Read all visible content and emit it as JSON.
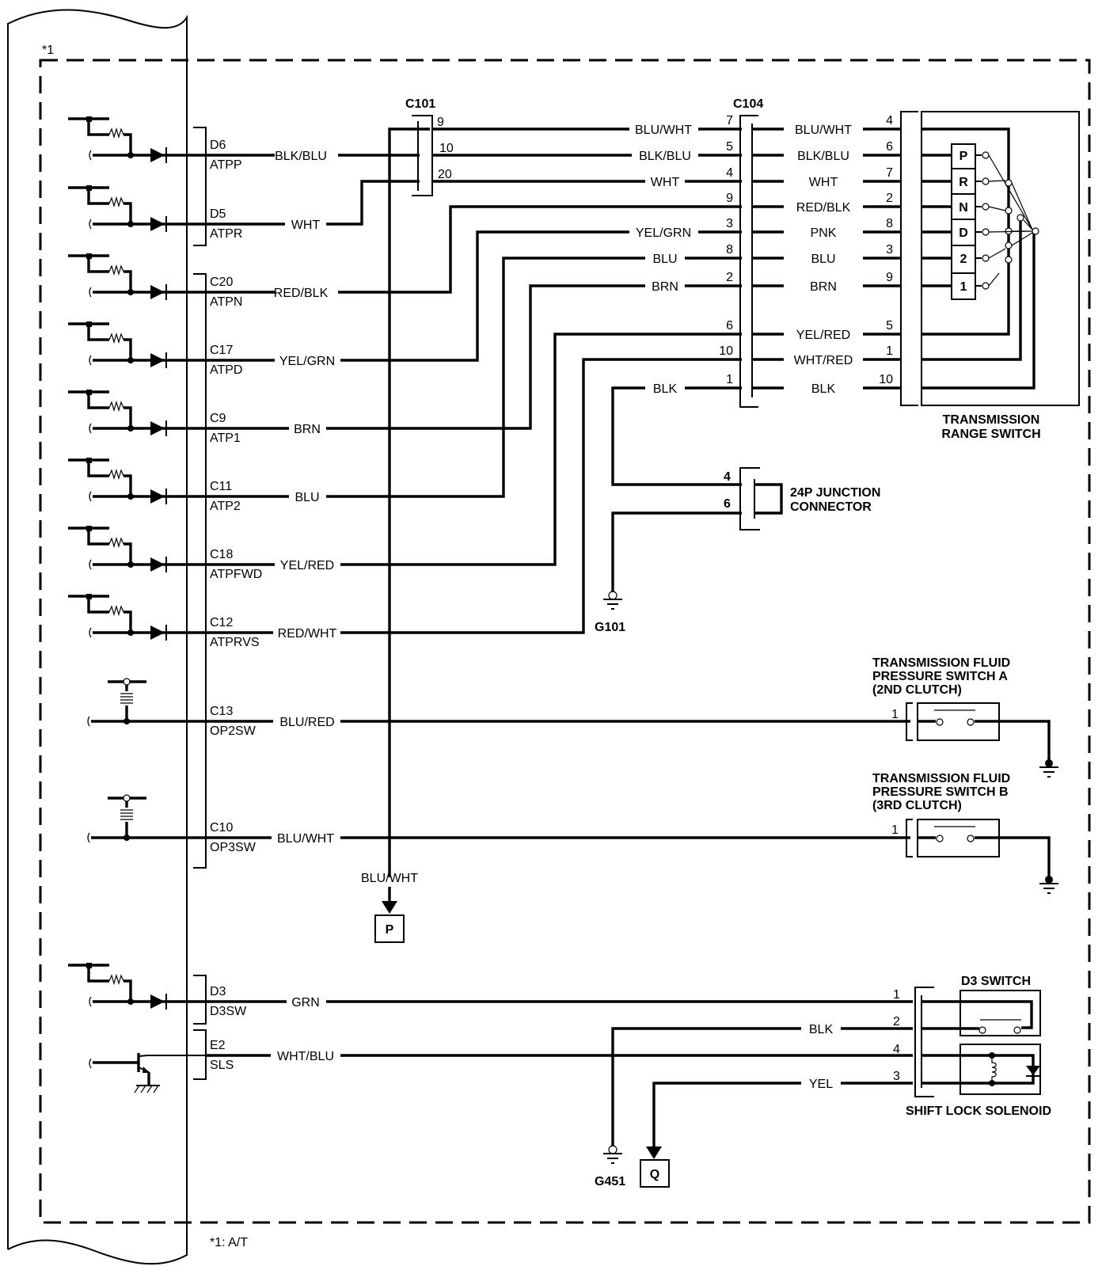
{
  "diagram": {
    "footnote_marker": "*1",
    "footnote": "*1: A/T",
    "ecm_terminals": [
      {
        "pin": "D6",
        "name": "ATPP",
        "wire": "BLK/BLU"
      },
      {
        "pin": "D5",
        "name": "ATPR",
        "wire": "WHT"
      },
      {
        "pin": "C20",
        "name": "ATPN",
        "wire": "RED/BLK"
      },
      {
        "pin": "C17",
        "name": "ATPD",
        "wire": "YEL/GRN"
      },
      {
        "pin": "C9",
        "name": "ATP1",
        "wire": "BRN"
      },
      {
        "pin": "C11",
        "name": "ATP2",
        "wire": "BLU"
      },
      {
        "pin": "C18",
        "name": "ATPFWD",
        "wire": "YEL/RED"
      },
      {
        "pin": "C12",
        "name": "ATPRVS",
        "wire": "RED/WHT"
      },
      {
        "pin": "C13",
        "name": "OP2SW",
        "wire": "BLU/RED"
      },
      {
        "pin": "C10",
        "name": "OP3SW",
        "wire": "BLU/WHT"
      },
      {
        "pin": "D3",
        "name": "D3SW",
        "wire": "GRN"
      },
      {
        "pin": "E2",
        "name": "SLS",
        "wire": "WHT/BLU"
      }
    ],
    "c101": {
      "label": "C101",
      "pins": [
        "9",
        "10",
        "20"
      ]
    },
    "c104": {
      "label": "C104",
      "left": [
        {
          "pin": "7",
          "wire": "BLU/WHT"
        },
        {
          "pin": "5",
          "wire": "BLK/BLU"
        },
        {
          "pin": "4",
          "wire": "WHT"
        },
        {
          "pin": "9",
          "wire": ""
        },
        {
          "pin": "3",
          "wire": "YEL/GRN"
        },
        {
          "pin": "8",
          "wire": "BLU"
        },
        {
          "pin": "2",
          "wire": "BRN"
        },
        {
          "pin": "6",
          "wire": ""
        },
        {
          "pin": "10",
          "wire": ""
        },
        {
          "pin": "1",
          "wire": "BLK"
        }
      ],
      "right": [
        {
          "wire": "BLU/WHT",
          "pin": "4"
        },
        {
          "wire": "BLK/BLU",
          "pin": "6"
        },
        {
          "wire": "WHT",
          "pin": "7"
        },
        {
          "wire": "RED/BLK",
          "pin": "2"
        },
        {
          "wire": "PNK",
          "pin": "8"
        },
        {
          "wire": "BLU",
          "pin": "3"
        },
        {
          "wire": "BRN",
          "pin": "9"
        },
        {
          "wire": "YEL/RED",
          "pin": "5"
        },
        {
          "wire": "WHT/RED",
          "pin": "1"
        },
        {
          "wire": "BLK",
          "pin": "10"
        }
      ]
    },
    "range_switch": {
      "label_line1": "TRANSMISSION",
      "label_line2": "RANGE SWITCH",
      "positions": [
        "P",
        "R",
        "N",
        "D",
        "2",
        "1"
      ]
    },
    "junction": {
      "label_line1": "24P JUNCTION",
      "label_line2": "CONNECTOR",
      "pins": [
        "4",
        "6"
      ]
    },
    "grounds": {
      "g101": "G101",
      "g451": "G451"
    },
    "pressure_switch_a": {
      "line1": "TRANSMISSION FLUID",
      "line2": "PRESSURE SWITCH A",
      "line3": "(2ND CLUTCH)",
      "pin": "1"
    },
    "pressure_switch_b": {
      "line1": "TRANSMISSION FLUID",
      "line2": "PRESSURE SWITCH B",
      "line3": "(3RD CLUTCH)",
      "pin": "1"
    },
    "branch_p": {
      "wire": "BLU/WHT",
      "ref": "P"
    },
    "branch_q": {
      "ref": "Q"
    },
    "d3_switch": {
      "label": "D3 SWITCH"
    },
    "shift_lock": {
      "label": "SHIFT LOCK SOLENOID",
      "pins": [
        "1",
        "2",
        "4",
        "3"
      ],
      "wires": {
        "blk": "BLK",
        "yel": "YEL"
      }
    }
  }
}
